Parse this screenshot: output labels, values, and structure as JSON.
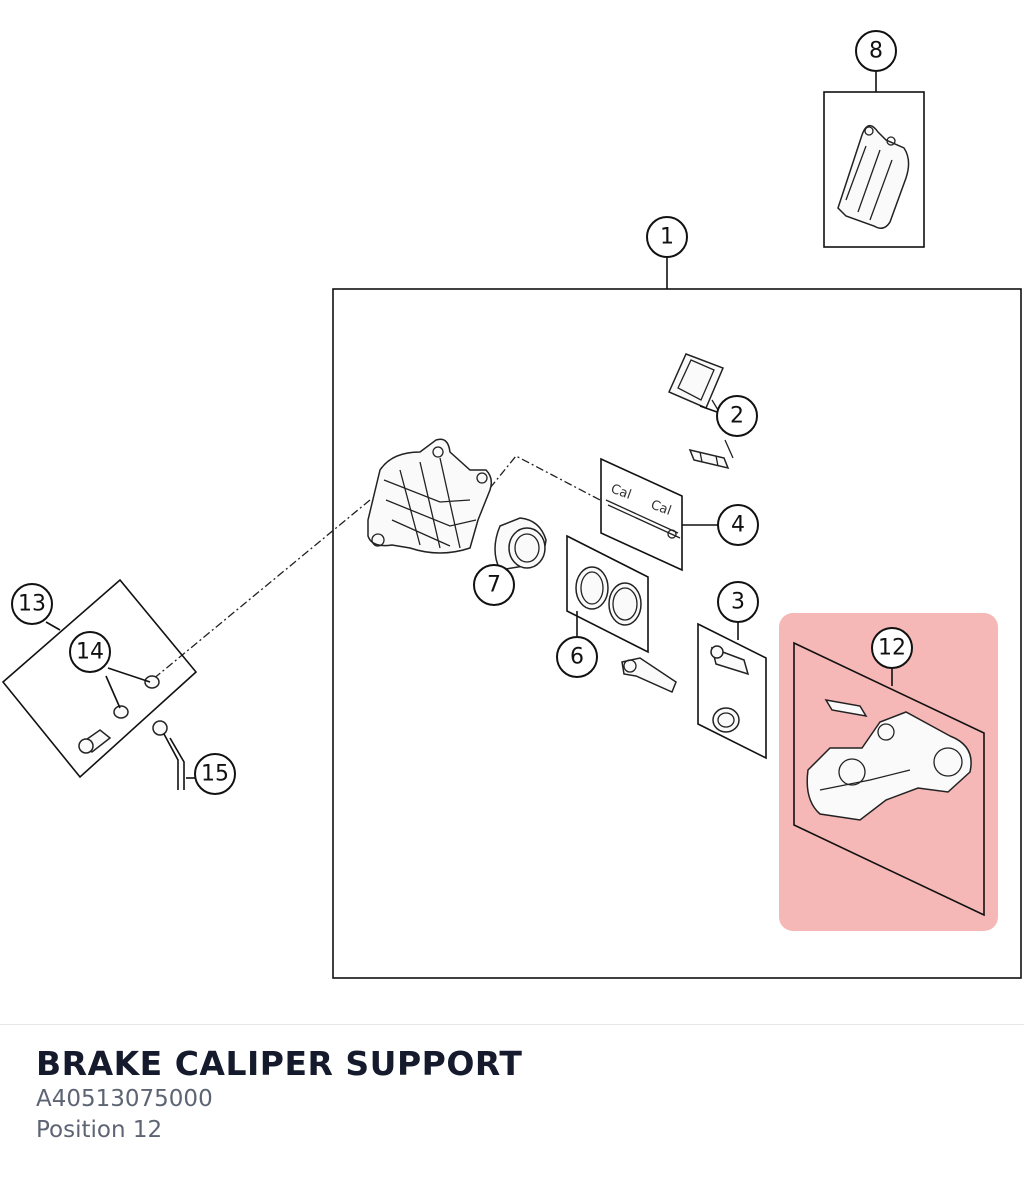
{
  "diagram": {
    "highlight_color": "#f4aaaa",
    "highlighted_position": "12",
    "callouts": [
      "1",
      "2",
      "3",
      "4",
      "6",
      "7",
      "8",
      "12",
      "13",
      "14",
      "15"
    ]
  },
  "part": {
    "title": "BRAKE CALIPER SUPPORT",
    "number": "A40513075000",
    "position_label": "Position 12"
  }
}
